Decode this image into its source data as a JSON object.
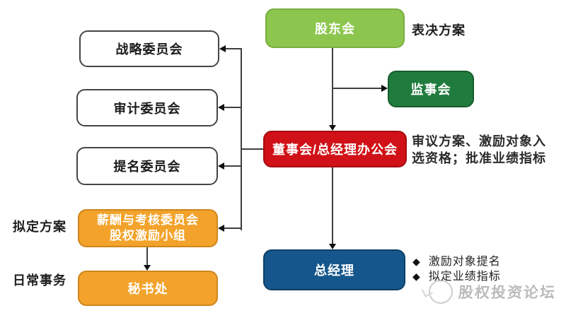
{
  "diagram": {
    "nodes": {
      "shareholders": "股东会",
      "supervisory_board": "监事会",
      "board_office": "董事会/总经理办公会",
      "general_manager": "总经理",
      "strategy_committee": "战略委员会",
      "audit_committee": "审计委员会",
      "nomination_committee": "提名委员会",
      "compensation_committee_line1": "薪酬与考核委员会",
      "compensation_committee_line2": "股权激励小组",
      "secretariat": "秘书处"
    },
    "annotations": {
      "vote_label": "表决方案",
      "board_note_line1": "审议方案、激励对象入",
      "board_note_line2": "选资格；批准业绩指标",
      "draft_plan_label": "拟定方案",
      "daily_affairs_label": "日常事务",
      "gm_bullet_marker": "◆",
      "gm_bullet1": "激励对象提名",
      "gm_bullet2": "拟定业绩指标"
    },
    "watermark": "股权投资论坛",
    "colors": {
      "shareholders_green": "#8DC64F",
      "supervisory_dark_green": "#207C3E",
      "board_red": "#D01117",
      "gm_blue": "#15578C",
      "committee_orange": "#F3A32B",
      "connector_line": "#3F3F3F"
    }
  }
}
